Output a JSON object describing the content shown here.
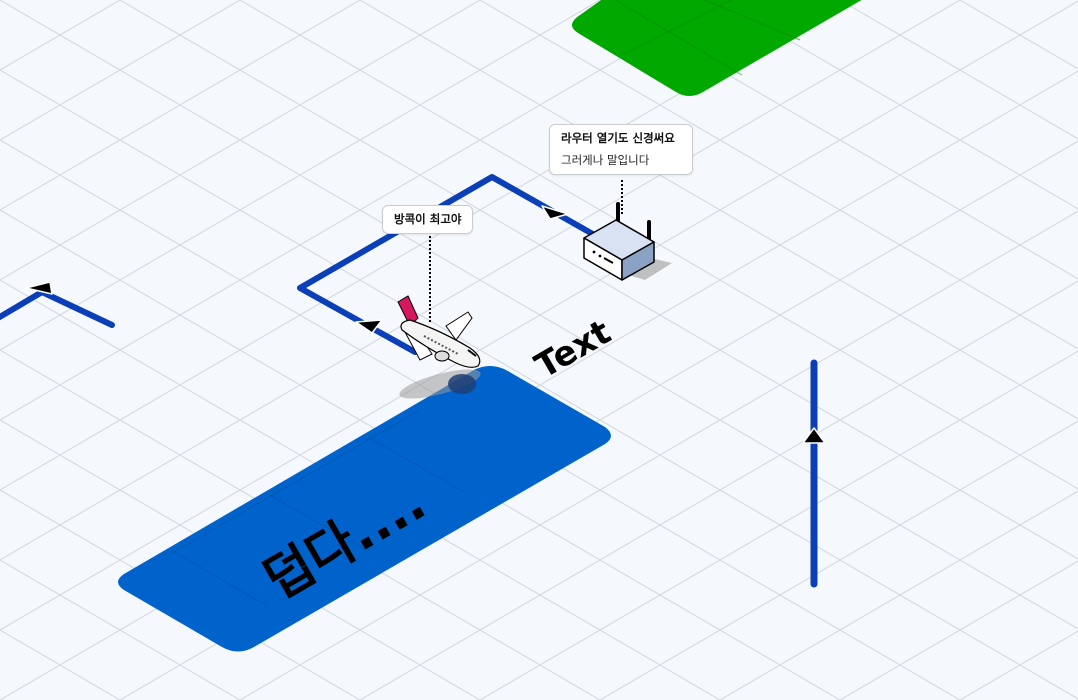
{
  "callouts": {
    "router": {
      "title": "라우터 열기도 신경써요",
      "body": "그러게나 말입니다"
    },
    "plane": {
      "title": "방콕이 최고야"
    }
  },
  "labels": {
    "text_label": "Text",
    "area_label": "덥다...."
  },
  "colors": {
    "background": "#f5f8fc",
    "grid": "#d6dbe2",
    "blue_area": "#0063cc",
    "green_area": "#00a800",
    "connector": "#0a3fb8",
    "arrow": "#000000"
  },
  "icons": {
    "router": "wireless-router-icon",
    "plane": "airplane-icon"
  }
}
